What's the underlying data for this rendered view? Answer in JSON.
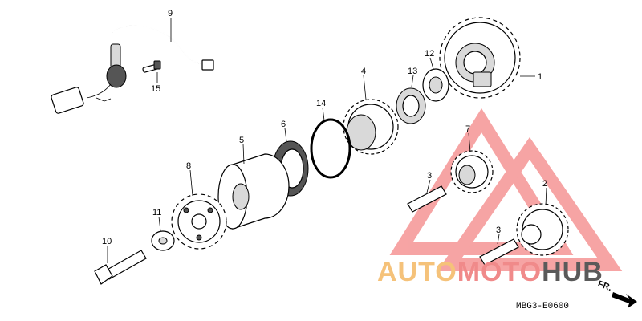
{
  "callouts": {
    "p1": "1",
    "p2": "2",
    "p3a": "3",
    "p3b": "3",
    "p4": "4",
    "p5": "5",
    "p6": "6",
    "p7": "7",
    "p8": "8",
    "p9": "9",
    "p10": "10",
    "p11": "11",
    "p12": "12",
    "p13": "13",
    "p14": "14",
    "p15": "15"
  },
  "diagram_code": "MBG3-E0600",
  "direction_label": "FR.",
  "watermark": {
    "part1": "AUTO",
    "part2": "MOTO",
    "part3": "HUB",
    "colors": {
      "auto": "#f5c27a",
      "moto": "#f08a8a",
      "hub": "#5a5a5a",
      "triangle": "#f05a5a"
    }
  }
}
